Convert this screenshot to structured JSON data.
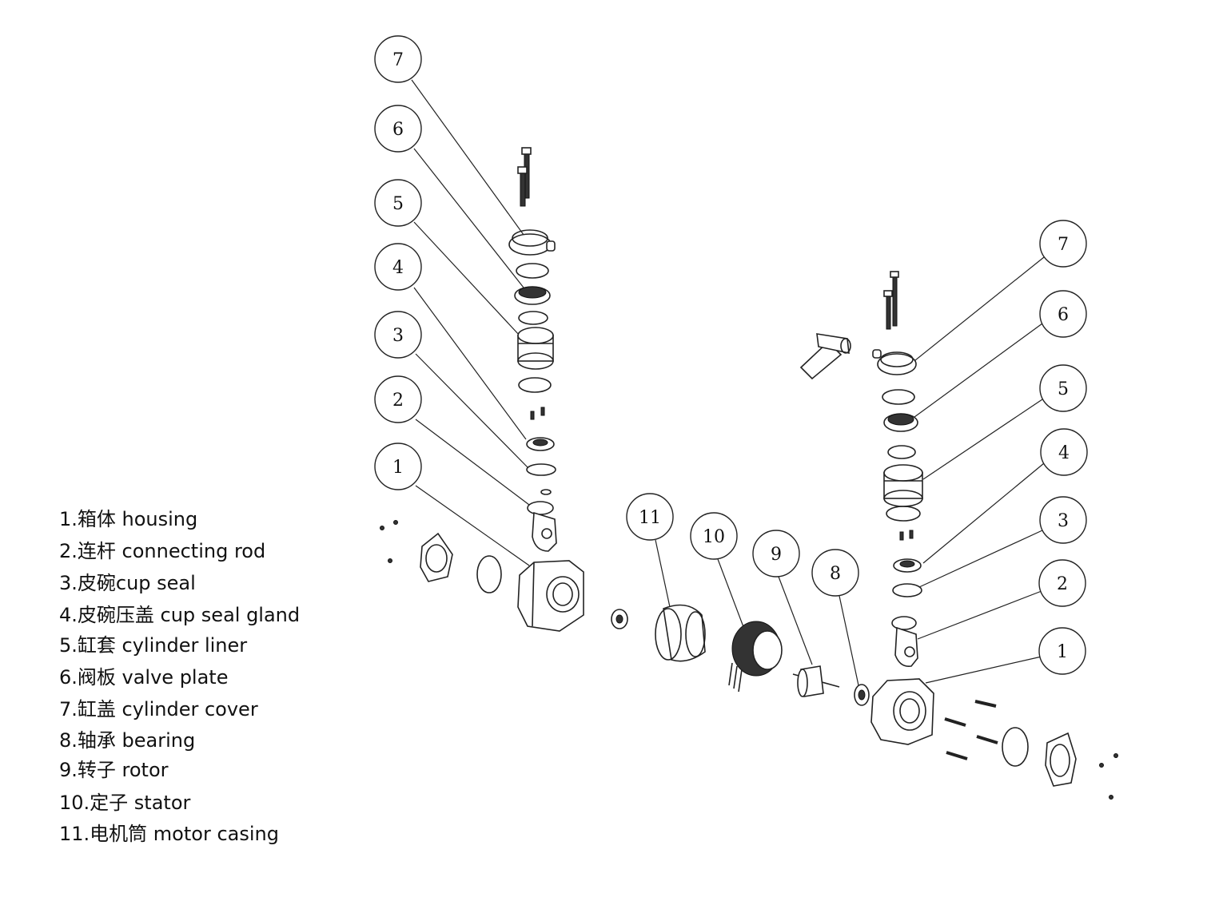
{
  "legend": {
    "items": [
      "1.箱体 housing",
      "2.连杆 connecting rod",
      "3.皮碗cup seal",
      "4.皮碗压盖 cup seal gland",
      "5.缸套 cylinder liner",
      "6.阀板 valve plate",
      "7.缸盖 cylinder cover",
      "8.轴承 bearing",
      "9.转子 rotor",
      "10.定子 stator",
      "11.电机筒 motor casing"
    ]
  },
  "callouts": {
    "left": [
      "7",
      "6",
      "5",
      "4",
      "3",
      "2",
      "1"
    ],
    "right": [
      "7",
      "6",
      "5",
      "4",
      "3",
      "2",
      "1"
    ],
    "motor": [
      "11",
      "10",
      "9",
      "8"
    ]
  },
  "colors": {
    "line": "#222222",
    "background": "#ffffff"
  }
}
